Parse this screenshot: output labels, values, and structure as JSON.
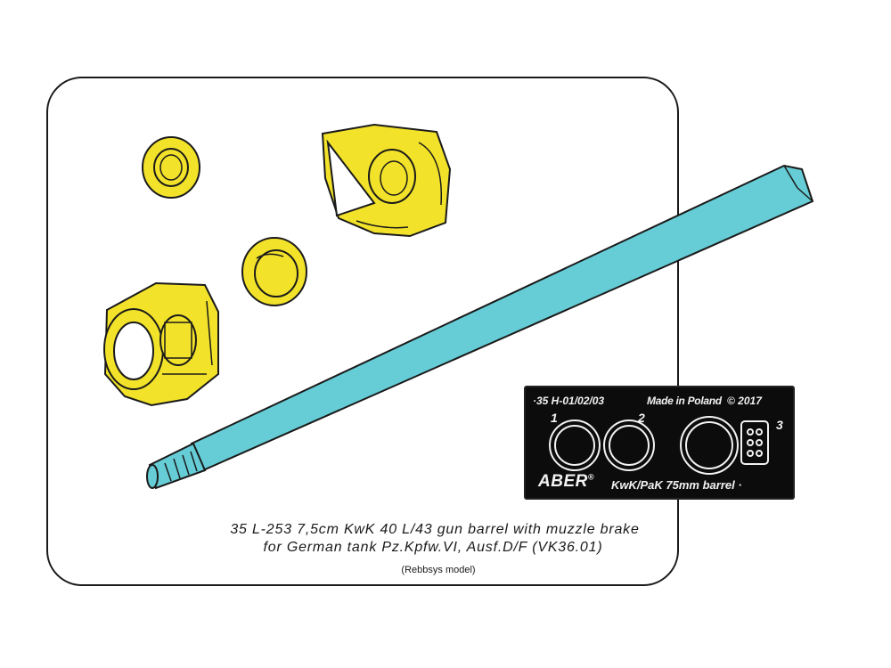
{
  "colors": {
    "barrel": "#66cdd6",
    "muzzle_parts": "#f2e22a",
    "outline": "#1a1a1a",
    "fret": "#0c0c0c",
    "fret_text": "#f2f2f2"
  },
  "fret": {
    "code": "·35 H-01/02/03",
    "made": "Made in Poland",
    "copyright": "© 2017",
    "num1": "1",
    "num2": "2",
    "num3": "3",
    "brand": "ABER",
    "brand_mark": "®",
    "product": "KwK/PaK 75mm barrel ·"
  },
  "caption": {
    "line1": "35 L-253    7,5cm KwK 40 L/43 gun barrel with muzzle brake",
    "line2": "for German tank Pz.Kpfw.VI, Ausf.D/F (VK36.01)",
    "line3": "(Rebbsys model)"
  }
}
